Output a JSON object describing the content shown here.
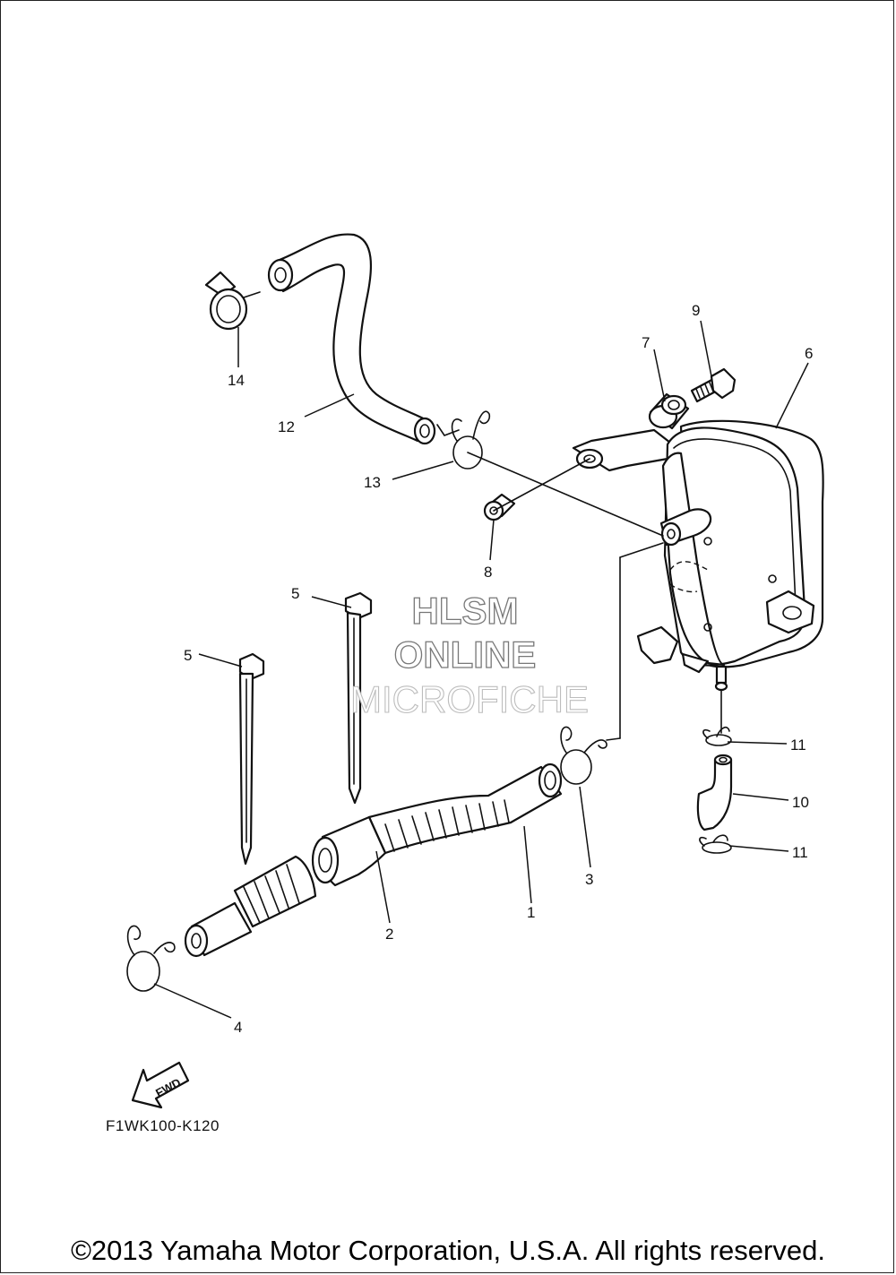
{
  "callouts": {
    "c1": "1",
    "c2": "2",
    "c3": "3",
    "c4": "4",
    "c5a": "5",
    "c5b": "5",
    "c6": "6",
    "c7": "7",
    "c8": "8",
    "c9": "9",
    "c10": "10",
    "c11a": "11",
    "c11b": "11",
    "c12": "12",
    "c13": "13",
    "c14": "14"
  },
  "watermark": {
    "line1": "HLSM",
    "line2": "ONLINE",
    "line3": "MICROFICHE"
  },
  "fwd_arrow_label": "FWD",
  "diagram_code": "F1WK100-K120",
  "copyright": "©2013 Yamaha Motor Corporation, U.S.A. All rights reserved."
}
